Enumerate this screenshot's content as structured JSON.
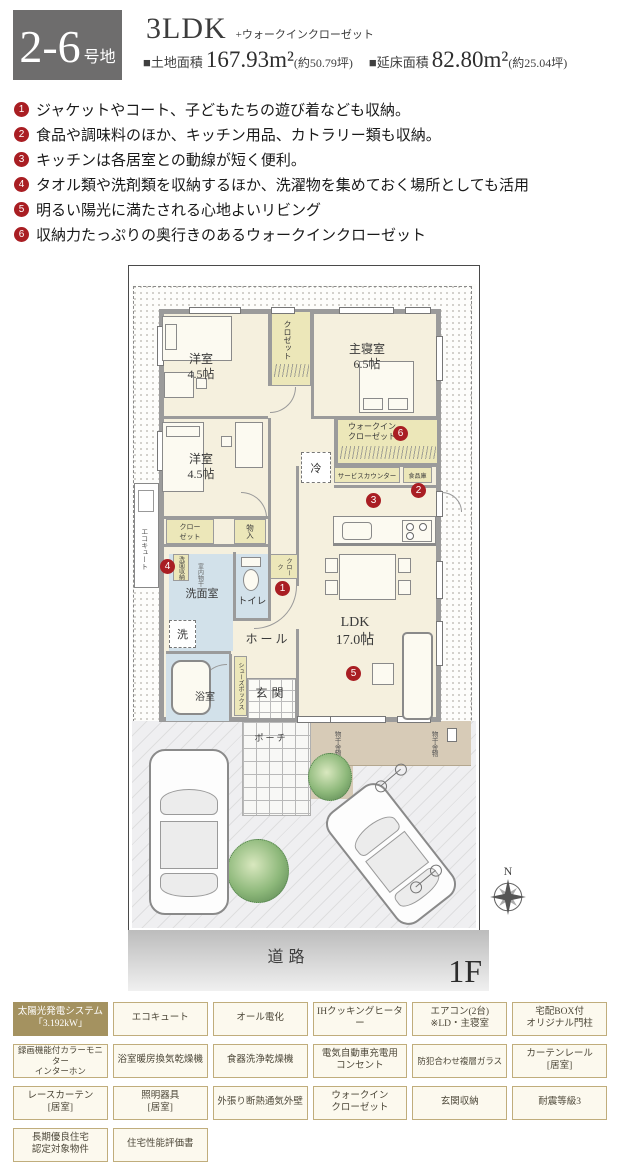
{
  "header": {
    "lot_number": "2-6",
    "lot_suffix": "号地",
    "plan_type": "3LDK",
    "plan_extra": "+ウォークインクローゼット",
    "land_label": "■土地面積",
    "land_value": "167.93m²",
    "land_tsubo": "(約50.79坪)",
    "floor_label": "■延床面積",
    "floor_value": "82.80m²",
    "floor_tsubo": "(約25.04坪)"
  },
  "features": [
    {
      "num": "1",
      "text": "ジャケットやコート、子どもたちの遊び着なども収納。"
    },
    {
      "num": "2",
      "text": "食品や調味料のほか、キッチン用品、カトラリー類も収納。"
    },
    {
      "num": "3",
      "text": "キッチンは各居室との動線が短く便利。"
    },
    {
      "num": "4",
      "text": "タオル類や洗剤類を収納するほか、洗濯物を集めておく場所としても活用"
    },
    {
      "num": "5",
      "text": "明るい陽光に満たされる心地よいリビング"
    },
    {
      "num": "6",
      "text": "収納力たっぷりの奥行きのあるウォークインクローゼット"
    }
  ],
  "plan": {
    "rooms": {
      "bedroom1": "洋室\n4.5帖",
      "bedroom2": "洋室\n4.5帖",
      "master": "主寝室\n6.5帖",
      "wic": "ウォークイン\nクローゼット",
      "ldk": "LDK\n17.0帖",
      "washroom": "洗面室",
      "toilet": "トイレ",
      "bath": "浴室",
      "hall": "ホール",
      "entrance": "玄関",
      "porch": "ポーチ",
      "closet1": "クロゼット",
      "closet2": "クロー\nゼット",
      "storage": "物入",
      "shoes_box": "シューズボックス",
      "wash_storage": "洗面収納",
      "indoor_dry": "室内物干",
      "service_counter": "サービスカウンター",
      "pantry": "食品庫",
      "fridge": "冷",
      "laundry": "洗",
      "cloak": "クローク",
      "ecocute": "エコキュート",
      "laundry_hw": "物干金物"
    },
    "badges": [
      "1",
      "2",
      "3",
      "4",
      "5",
      "6"
    ],
    "road_label": "道路",
    "floor_label": "1F",
    "compass_label": "N"
  },
  "equipment": {
    "items": [
      {
        "label": "太陽光発電システム\n「3.192kW」"
      },
      {
        "label": "エコキュート"
      },
      {
        "label": "オール電化"
      },
      {
        "label": "IHクッキングヒーター"
      },
      {
        "label": "エアコン(2台)\n※LD・主寝室"
      },
      {
        "label": "宅配BOX付\nオリジナル門柱"
      },
      {
        "label": "録画機能付カラーモニター\nインターホン"
      },
      {
        "label": "浴室暖房換気乾燥機"
      },
      {
        "label": "食器洗浄乾燥機"
      },
      {
        "label": "電気自動車充電用\nコンセント"
      },
      {
        "label": "防犯合わせ複層ガラス"
      },
      {
        "label": "カーテンレール\n[居室]"
      },
      {
        "label": "レースカーテン\n[居室]"
      },
      {
        "label": "照明器具\n[居室]"
      },
      {
        "label": "外張り断熱通気外壁"
      },
      {
        "label": "ウォークイン\nクローゼット"
      },
      {
        "label": "玄関収納"
      },
      {
        "label": "耐震等級3"
      },
      {
        "label": "長期優良住宅\n認定対象物件"
      },
      {
        "label": "住宅性能評価書"
      }
    ]
  },
  "colors": {
    "badge_red": "#a91e23",
    "lot_box_gray": "#6e6d6d",
    "room_cream": "#f5f0de",
    "closet_yellow": "#ece7b9",
    "wet_blue": "#d2e1ea",
    "wall_gray": "#9b9b9b",
    "terrace_tan": "#d7cbb7",
    "highlight_tan": "#a49260"
  }
}
